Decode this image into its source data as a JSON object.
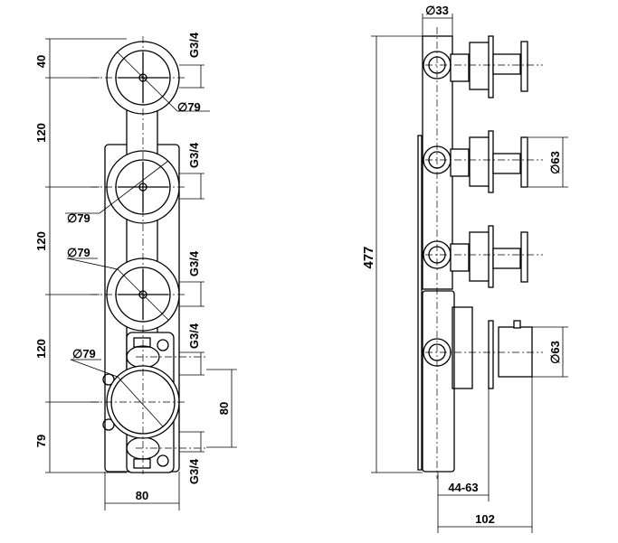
{
  "front_view": {
    "dims_vertical": [
      "40",
      "120",
      "120",
      "120",
      "79"
    ],
    "width_dim": "80",
    "outlet_spacing_dim": "80",
    "thread_labels": [
      "G3/4",
      "G3/4",
      "G3/4",
      "G3/4",
      "G3/4"
    ],
    "diameter_labels": [
      "∅79",
      "∅79",
      "∅79",
      "∅79"
    ]
  },
  "side_view": {
    "pipe_diameter": "∅33",
    "total_height": "477",
    "knob_diameters": [
      "∅63",
      "∅63"
    ],
    "depth_range": "44-63",
    "total_depth": "102"
  }
}
